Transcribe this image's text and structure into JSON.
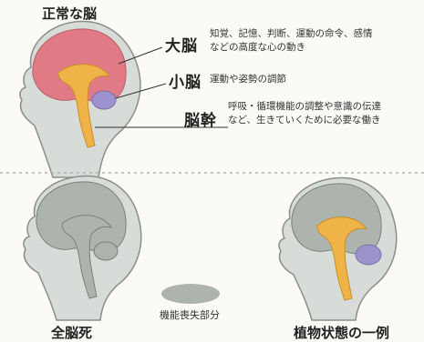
{
  "normal": {
    "title": "正常な脳",
    "parts": [
      {
        "name": "大脳",
        "desc_lines": [
          "知覚、記憶、判断、運動の命令、感情",
          "などの高度な心の動き"
        ]
      },
      {
        "name": "小脳",
        "desc_lines": [
          "運動や姿勢の調節"
        ]
      },
      {
        "name": "脳幹",
        "desc_lines": [
          "呼吸・循環機能の調整や意識の伝達",
          "など、生きていくために必要な働き"
        ]
      }
    ]
  },
  "cases": [
    {
      "label": "全脳死"
    },
    {
      "label": "植物状態の一例"
    }
  ],
  "legend": {
    "label": "機能喪失部分"
  },
  "colors": {
    "cerebrum": "#e07b86",
    "cerebellum": "#9c92cd",
    "brainstem": "#f0b347",
    "head": "#d8dcd8",
    "lost": "#adb3ad",
    "outline": "#8a8f8a",
    "divider": "#b0b0b0"
  }
}
